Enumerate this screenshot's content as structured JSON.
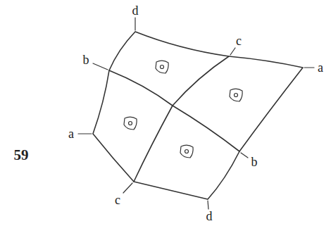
{
  "diagram": {
    "labels": [
      "d",
      "b",
      "c",
      "a",
      "59",
      "a",
      "b",
      "c",
      "d"
    ]
  }
}
